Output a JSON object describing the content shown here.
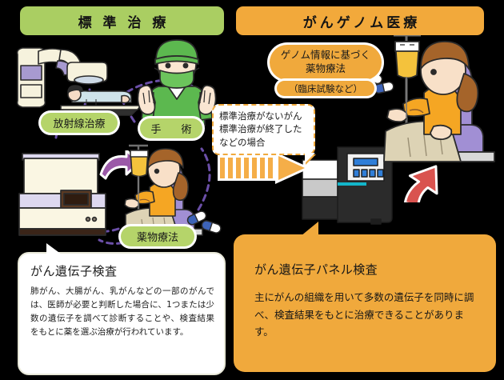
{
  "headers": {
    "left": "標 準 治 療",
    "right": "がんゲノム医療"
  },
  "labels": {
    "radiation": "放射線治療",
    "surgery": "手　術",
    "drug_therapy": "薬物療法",
    "genome_therapy_line1": "ゲノム情報に基づく",
    "genome_therapy_line2": "薬物療法",
    "clinical_trial": "（臨床試験など）"
  },
  "callout": {
    "line1": "標準治療がないがん",
    "line2": "標準治療が終了した",
    "line3": "などの場合"
  },
  "cards": {
    "left": {
      "title": "がん遺伝子検査",
      "body": "肺がん、大腸がん、乳がんなどの一部のがんでは、医師が必要と判断した場合に、1つまたは少数の遺伝子を調べて診断することや、検査結果をもとに薬を選ぶ治療が行われています。"
    },
    "right": {
      "title": "がん遺伝子パネル検査",
      "body": "主にがんの組織を用いて多数の遺伝子を同時に調べ、検査結果をもとに治療できることがあります。"
    }
  },
  "colors": {
    "header_green": "#aace62",
    "header_orange": "#f2a93b",
    "pill_green": "#b5d46a",
    "pill_orange": "#f0a93c",
    "card_orange": "#f0a93c",
    "card_white": "#ffffff",
    "arrow_orange": "#f5ae48",
    "dash_purple": "#6b4fa8",
    "arrow_purple": "#9b59a8",
    "arrow_red": "#d9534f",
    "background": "#000000"
  },
  "illustrations": [
    {
      "name": "linear-accelerator-with-patient",
      "side": "left"
    },
    {
      "name": "surgeon-in-green-scrubs",
      "side": "left"
    },
    {
      "name": "laboratory-analyzer-machine",
      "side": "left"
    },
    {
      "name": "patient-receiving-iv-drip",
      "side": "left"
    },
    {
      "name": "gene-sequencer-machine",
      "side": "right"
    },
    {
      "name": "patient-receiving-iv-drip",
      "side": "right"
    },
    {
      "name": "capsule-pills",
      "side": "both"
    }
  ]
}
